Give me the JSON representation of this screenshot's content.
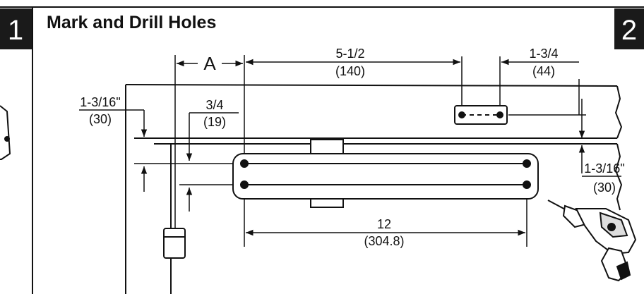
{
  "step_left": "1",
  "step_right": "2",
  "title": "Mark and Drill Holes",
  "dimensions": {
    "A": "A",
    "d_5_1_2": "5-1/2",
    "d_140": "(140)",
    "d_1_3_4": "1-3/4",
    "d_44": "(44)",
    "d_1_3_16_left": "1-3/16\"",
    "d_30_left": "(30)",
    "d_3_4": "3/4",
    "d_19": "(19)",
    "d_1_3_16_right": "1-3/16\"",
    "d_30_right": "(30)",
    "d_12": "12",
    "d_304_8": "(304.8)"
  },
  "colors": {
    "ink": "#111111",
    "badge": "#1a1a1a",
    "background": "#ffffff"
  },
  "icons": [
    "power-drill-icon",
    "door-hinge-icon"
  ]
}
